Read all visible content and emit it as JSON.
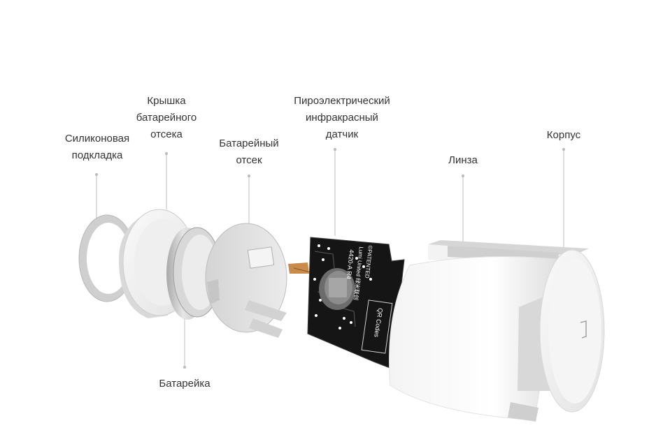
{
  "labels": {
    "silicone_pad": [
      "Силиконовая",
      "подкладка"
    ],
    "battery_cover": [
      "Крышка",
      "батарейного",
      "отсека"
    ],
    "battery_compartment": [
      "Батарейный",
      "отсек"
    ],
    "pir_sensor": [
      "Пироэлектрический",
      "инфракрасный",
      "датчик"
    ],
    "lens": [
      "Линза"
    ],
    "housing": [
      "Корпус"
    ],
    "battery": [
      "Батарейка"
    ]
  },
  "pcb_markings": {
    "model": "4420-A R4",
    "maker": "Lumi United 绿米联创",
    "patent": "©PATENTED",
    "qr": "QR Codes"
  },
  "colors": {
    "text": "#333333",
    "leader_line": "#bdbdbd",
    "pcb": "#151515",
    "plastic": "#e9e9e9",
    "metal": "#c9c9c9"
  }
}
